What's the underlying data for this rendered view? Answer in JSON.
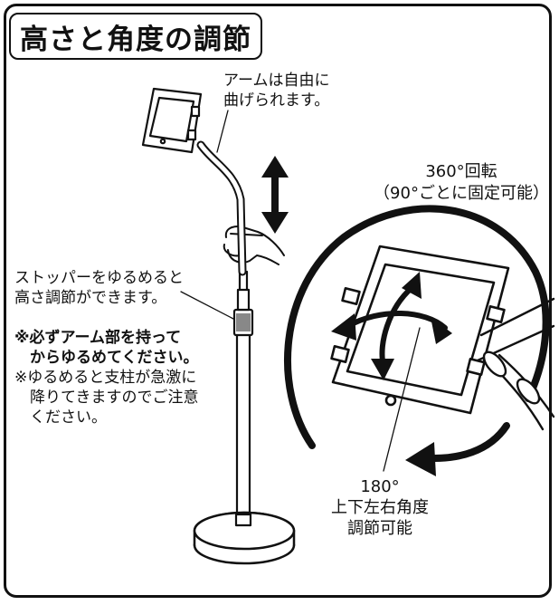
{
  "title": "高さと角度の調節",
  "arm_note": [
    "アームは自由に",
    "曲げられます。"
  ],
  "stopper_note": [
    "ストッパーをゆるめると",
    "高さ調節ができます。"
  ],
  "warning_bold": [
    "※必ずアーム部を持って",
    "　からゆるめてください。"
  ],
  "warning_normal": [
    "※ゆるめると支柱が急激に",
    "　降りてきますのでご注意",
    "　ください。"
  ],
  "rotation_note": [
    "360°回転",
    "（90°ごとに固定可能）"
  ],
  "tilt_note": [
    "180°",
    "上下左右角度",
    "調節可能"
  ]
}
